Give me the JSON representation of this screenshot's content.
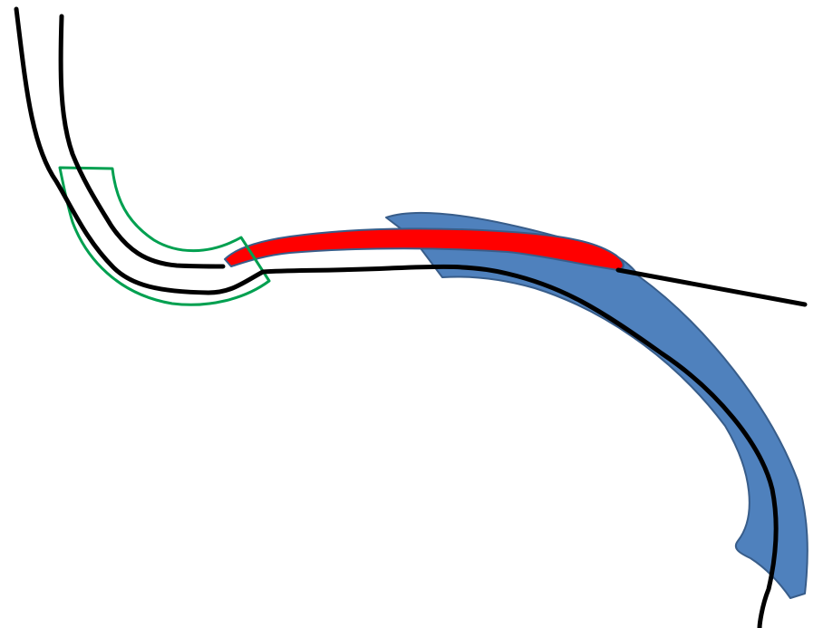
{
  "diagram": {
    "colors": {
      "background": "#ffffff",
      "blue_band_fill": "#4f81bd",
      "blue_band_stroke": "#385d8a",
      "red_strip": "#ff0000",
      "green_outline": "#00a050",
      "black_line": "#000000"
    },
    "shapes": [
      "blue-curved-band",
      "red-strip",
      "green-curved-outline",
      "black-line-outer",
      "black-line-inner",
      "black-line-right"
    ]
  }
}
